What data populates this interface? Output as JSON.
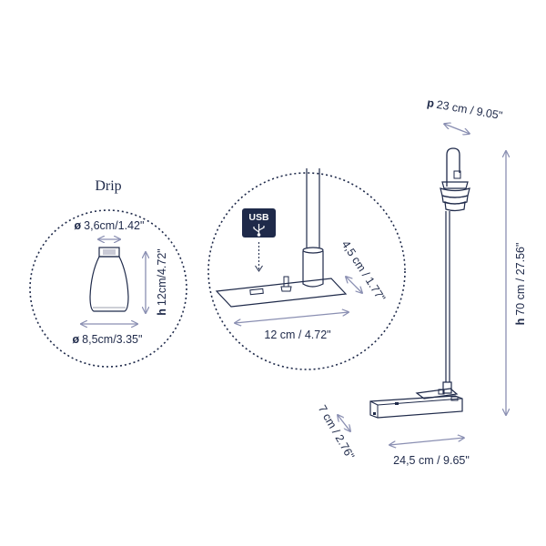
{
  "product_name": "Drip",
  "usb_label": "USB",
  "usb_icon": "usb-trident-icon",
  "shade": {
    "top_diameter_prefix": "ø",
    "top_diameter": "3,6cm/1.42\"",
    "height_prefix": "h",
    "height": "12cm/4.72\"",
    "bottom_diameter_prefix": "ø",
    "bottom_diameter": "8,5cm/3.35\""
  },
  "base_detail": {
    "length": "12 cm / 4.72\"",
    "width": "4,5 cm / 1.77\""
  },
  "lamp": {
    "depth_prefix": "p",
    "depth": "23 cm / 9.05\"",
    "height_prefix": "h",
    "height": "70 cm / 27.56\"",
    "base_depth": "7 cm / 2.76\"",
    "base_width": "24,5 cm / 9.65\""
  },
  "colors": {
    "ink": "#1f2a4a",
    "dimension_arrow": "#8a8fb2",
    "usb_badge": "#1f2a4a"
  }
}
